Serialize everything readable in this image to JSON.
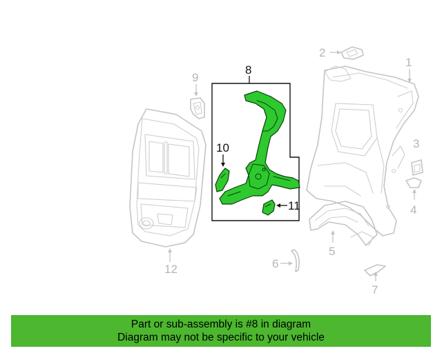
{
  "callouts": {
    "c1": "1",
    "c2": "2",
    "c3": "3",
    "c4": "4",
    "c5": "5",
    "c6": "6",
    "c7": "7",
    "c8": "8",
    "c9": "9",
    "c10": "10",
    "c11": "11",
    "c12": "12"
  },
  "banner": {
    "line1": "Part or sub-assembly is #8 in diagram",
    "line2": "Diagram may not be specific to your vehicle"
  },
  "colors": {
    "highlight_part": "#2ec92e",
    "banner": "#4db72f",
    "ghost_line": "#c4c4c4"
  }
}
